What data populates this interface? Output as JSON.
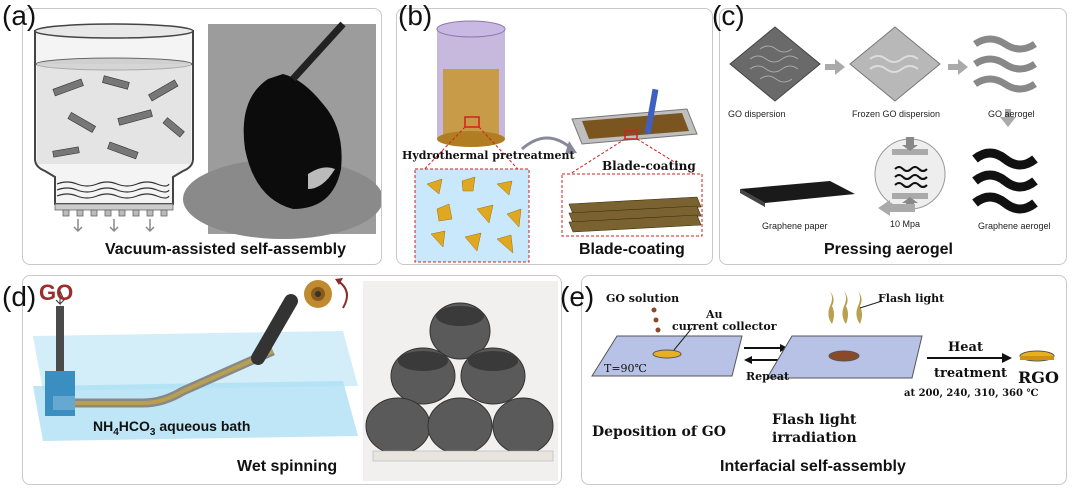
{
  "panels": {
    "a": {
      "label": "(a)",
      "caption": "Vacuum-assisted self-assembly"
    },
    "b": {
      "label": "(b)",
      "caption": "Blade-coating",
      "hydrothermal": "Hydrothermal pretreatment",
      "blade": "Blade-coating"
    },
    "c": {
      "label": "(c)",
      "caption": "Pressing aerogel",
      "go_dispersion": "GO dispersion",
      "frozen": "Frozen GO dispersion",
      "go_aerogel": "GO aerogel",
      "graphene_paper": "Graphene paper",
      "pressure": "10 Mpa",
      "graphene_aerogel": "Graphene aerogel"
    },
    "d": {
      "label": "(d)",
      "caption": "Wet spinning",
      "go": "GO",
      "bath_pre": "NH",
      "bath_sub4": "4",
      "bath_mid": "HCO",
      "bath_sub3": "3",
      "bath_post": " aqueous bath"
    },
    "e": {
      "label": "(e)",
      "caption": "Interfacial self-assembly",
      "go_solution": "GO solution",
      "au": "Au",
      "collector": "current collector",
      "temp": "T=90℃",
      "repeat": "Repeat",
      "flash": "Flash light",
      "heat": "Heat",
      "treatment": "treatment",
      "temps": "at 200, 240, 310, 360 ℃",
      "rgo": "RGO",
      "deposition": "Deposition of GO",
      "flash_irr1": "Flash light",
      "flash_irr2": "irradiation"
    }
  },
  "colors": {
    "border": "#c8c8c8",
    "go_red": "#9b2d2d",
    "gold": "#e0b020",
    "blue_bath": "#aee0f5"
  }
}
